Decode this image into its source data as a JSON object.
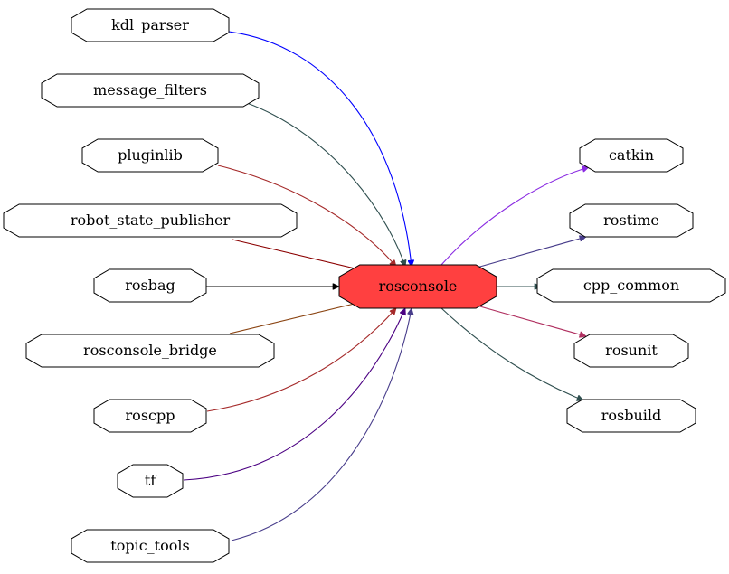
{
  "center": {
    "label": "rosconsole",
    "fill": "#ff4040"
  },
  "dependents": [
    {
      "label": "kdl_parser",
      "edge_color": "#0000ff"
    },
    {
      "label": "message_filters",
      "edge_color": "#2f4f4f"
    },
    {
      "label": "pluginlib",
      "edge_color": "#a52a2a"
    },
    {
      "label": "robot_state_publisher",
      "edge_color": "#8b0000"
    },
    {
      "label": "rosbag",
      "edge_color": "#000000"
    },
    {
      "label": "rosconsole_bridge",
      "edge_color": "#8b4513"
    },
    {
      "label": "roscpp",
      "edge_color": "#a52a2a"
    },
    {
      "label": "tf",
      "edge_color": "#4b0082"
    },
    {
      "label": "topic_tools",
      "edge_color": "#483d8b"
    }
  ],
  "dependencies": [
    {
      "label": "catkin",
      "edge_color": "#8a2be2"
    },
    {
      "label": "rostime",
      "edge_color": "#483d8b"
    },
    {
      "label": "cpp_common",
      "edge_color": "#2f4f4f"
    },
    {
      "label": "rosunit",
      "edge_color": "#b03060"
    },
    {
      "label": "rosbuild",
      "edge_color": "#2f4f4f"
    }
  ]
}
